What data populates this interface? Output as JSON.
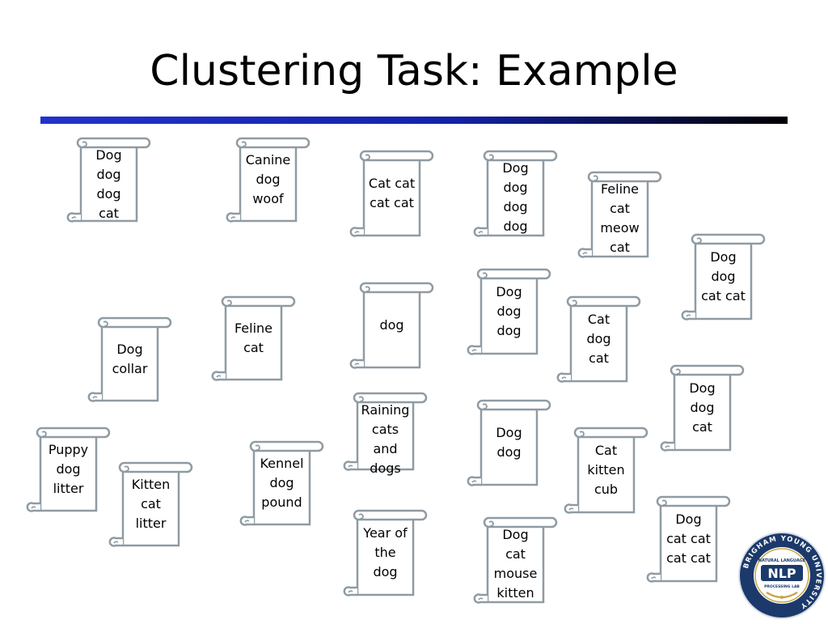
{
  "title": "Clustering Task: Example",
  "scroll_color": "#8f9ba3",
  "documents": [
    {
      "id": "d1",
      "lines": [
        "Dog",
        "dog",
        "dog",
        "cat"
      ]
    },
    {
      "id": "d2",
      "lines": [
        "Canine",
        "dog",
        "woof"
      ]
    },
    {
      "id": "d3",
      "lines": [
        "Cat cat",
        "cat cat"
      ]
    },
    {
      "id": "d4",
      "lines": [
        "Dog",
        "dog",
        "dog",
        "dog"
      ]
    },
    {
      "id": "d5",
      "lines": [
        "Feline",
        "cat",
        "meow",
        "cat"
      ]
    },
    {
      "id": "d6",
      "lines": [
        "Dog",
        "dog",
        "cat cat"
      ]
    },
    {
      "id": "d7",
      "lines": [
        "Dog",
        "collar"
      ]
    },
    {
      "id": "d8",
      "lines": [
        "Feline",
        "cat"
      ]
    },
    {
      "id": "d9",
      "lines": [
        "dog"
      ]
    },
    {
      "id": "d10",
      "lines": [
        "Dog",
        "dog",
        "dog"
      ]
    },
    {
      "id": "d11",
      "lines": [
        "Cat",
        "dog",
        "cat"
      ]
    },
    {
      "id": "d12",
      "lines": [
        "Dog",
        "dog",
        "cat"
      ]
    },
    {
      "id": "d13",
      "lines": [
        "Raining",
        "cats",
        "and",
        "dogs"
      ]
    },
    {
      "id": "d14",
      "lines": [
        "Dog",
        "dog"
      ]
    },
    {
      "id": "d15",
      "lines": [
        "Puppy",
        "dog",
        "litter"
      ]
    },
    {
      "id": "d16",
      "lines": [
        "Kitten",
        "cat",
        "litter"
      ]
    },
    {
      "id": "d17",
      "lines": [
        "Kennel",
        "dog",
        "pound"
      ]
    },
    {
      "id": "d18",
      "lines": [
        "Cat",
        "kitten",
        "cub"
      ]
    },
    {
      "id": "d19",
      "lines": [
        "Year of",
        "the",
        "dog"
      ]
    },
    {
      "id": "d20",
      "lines": [
        "Dog",
        "cat",
        "mouse",
        "kitten"
      ]
    },
    {
      "id": "d21",
      "lines": [
        "Dog",
        "cat cat",
        "cat cat"
      ]
    }
  ],
  "seal": {
    "ring_text": "BRIGHAM YOUNG UNIVERSITY",
    "top_text": "NATURAL LANGUAGE",
    "center_text": "NLP",
    "bottom_text": "PROCESSING LAB",
    "ring_color": "#1b3a6b",
    "gold_color": "#c9a54a"
  }
}
